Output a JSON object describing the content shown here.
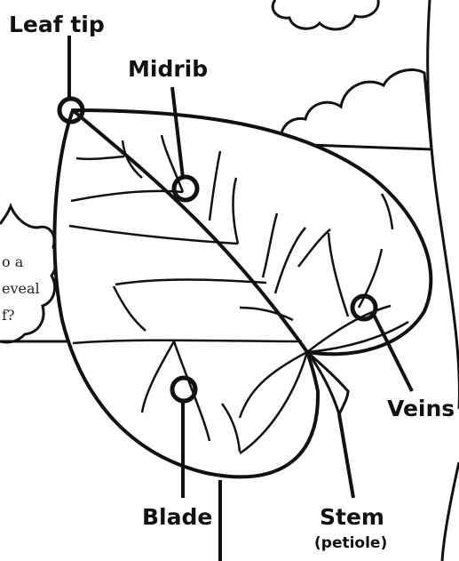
{
  "labels": {
    "leaf_tip": "Leaf tip",
    "midrib": "Midrib",
    "veins": "Veins",
    "blade": "Blade",
    "stem": "Stem",
    "stem_sub": "(petiole)"
  },
  "bubble_text": {
    "line1": "o a",
    "line2": "eveal",
    "line3": "f?"
  },
  "colors": {
    "ink": "#111111",
    "paper": "#ffffff"
  }
}
